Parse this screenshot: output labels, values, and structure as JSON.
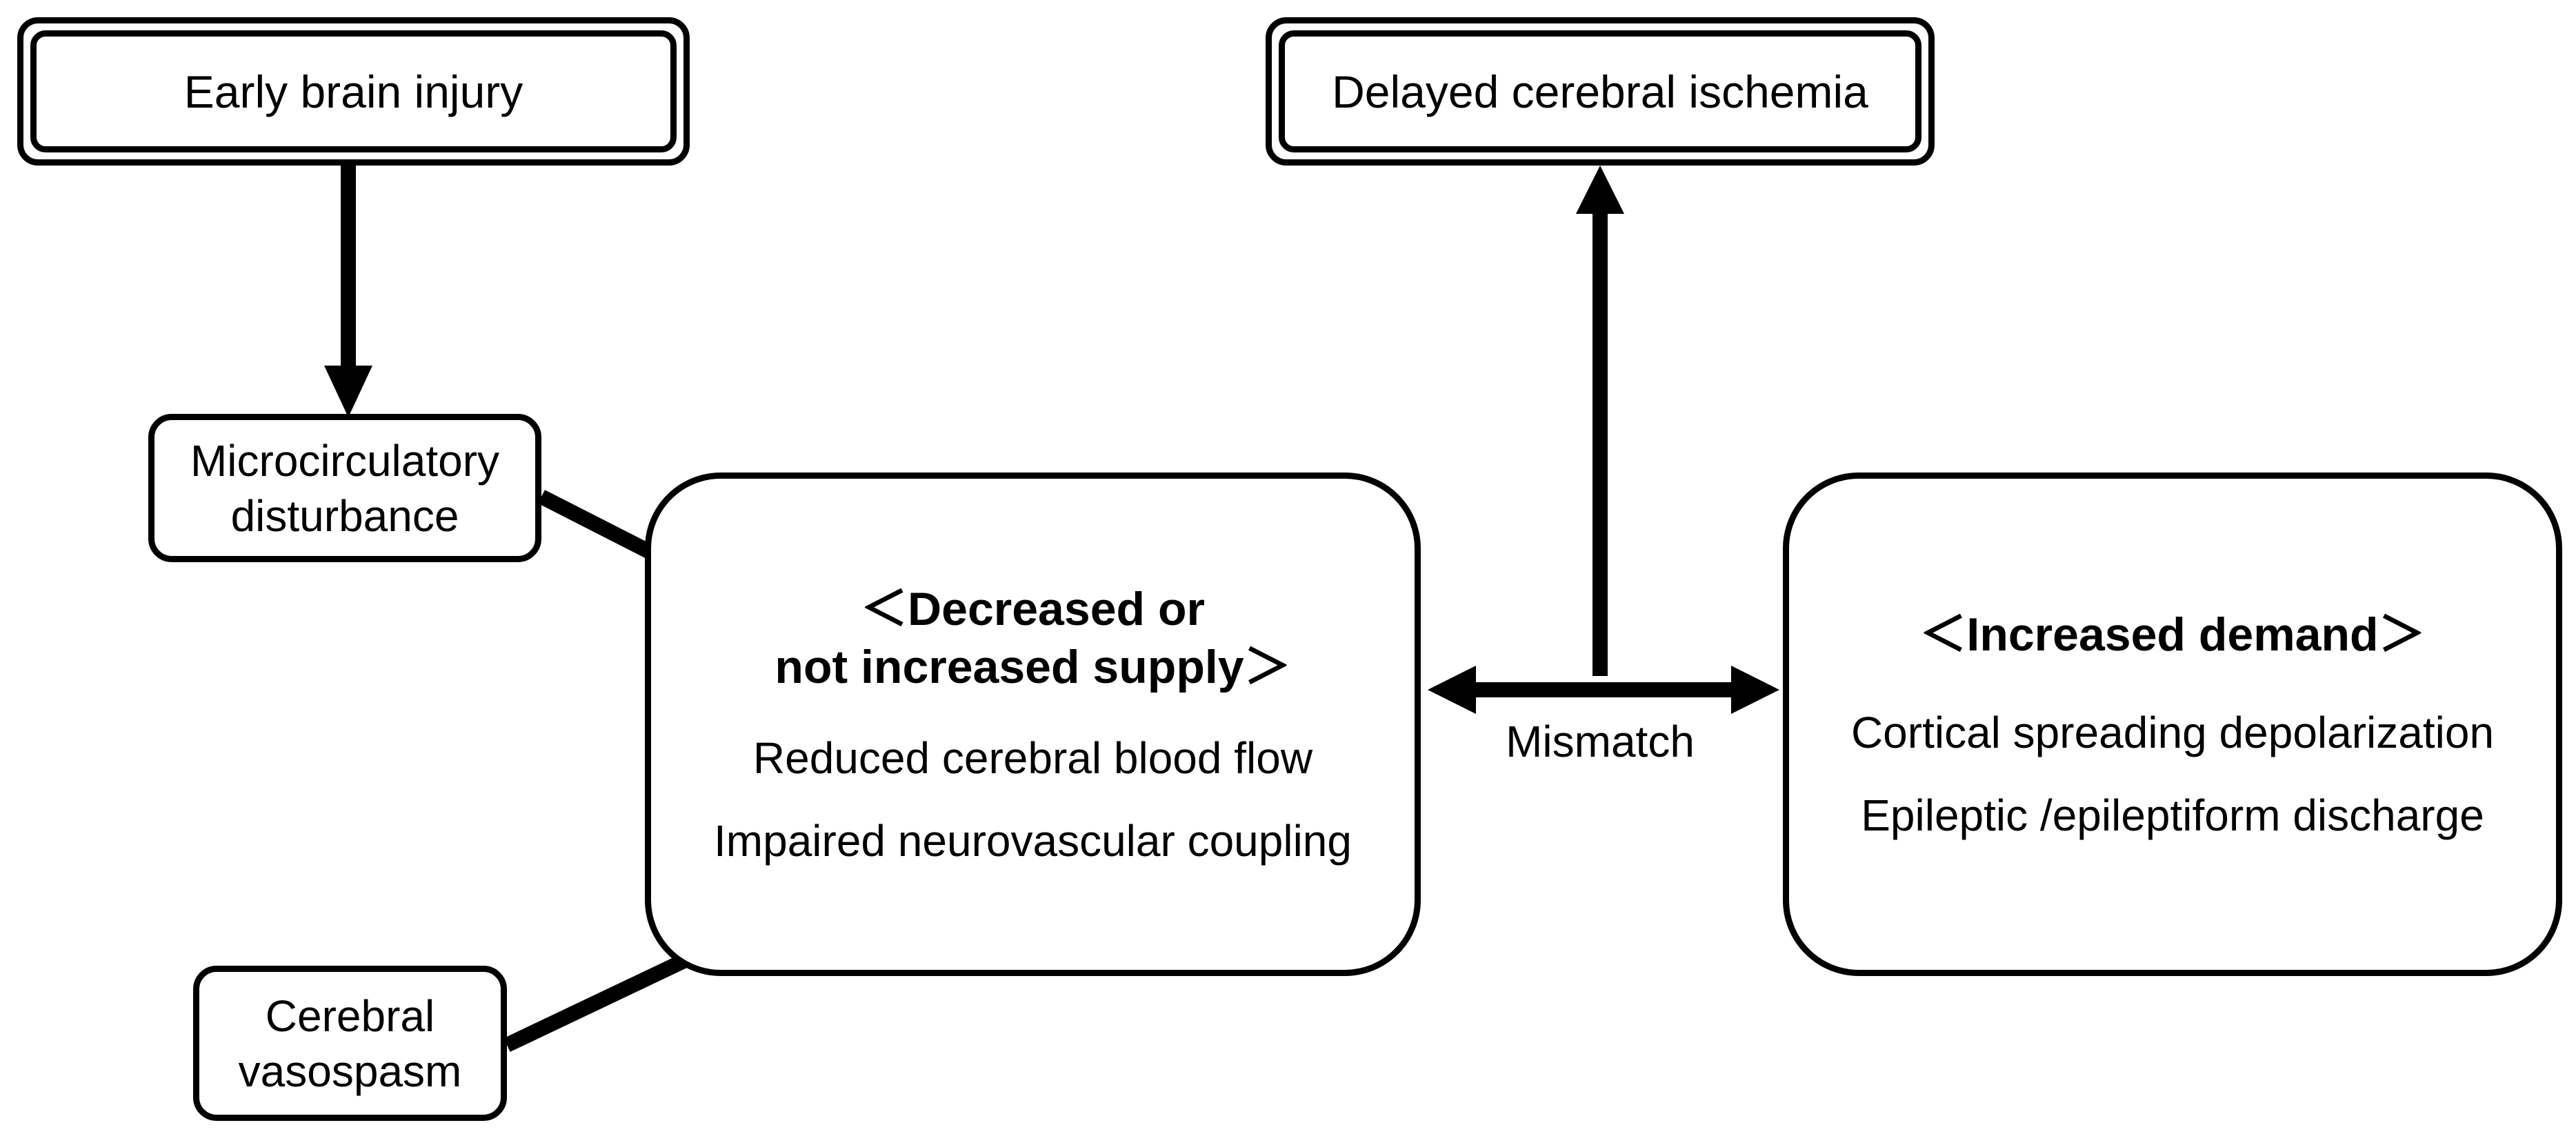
{
  "nodes": {
    "early_brain_injury": "Early brain injury",
    "delayed_cerebral_ischemia": "Delayed cerebral ischemia",
    "microcirculatory": [
      "Microcirculatory",
      "disturbance"
    ],
    "vasospasm": [
      "Cerebral",
      "vasospasm"
    ],
    "supply": {
      "heading": [
        "＜Decreased or",
        "not increased supply＞"
      ],
      "items": [
        "Reduced cerebral blood flow",
        "Impaired neurovascular coupling"
      ]
    },
    "demand": {
      "heading": "＜Increased demand＞",
      "items": [
        "Cortical spreading depolarization",
        "Epileptic /epileptiform discharge"
      ]
    }
  },
  "edge_labels": {
    "mismatch": "Mismatch"
  }
}
